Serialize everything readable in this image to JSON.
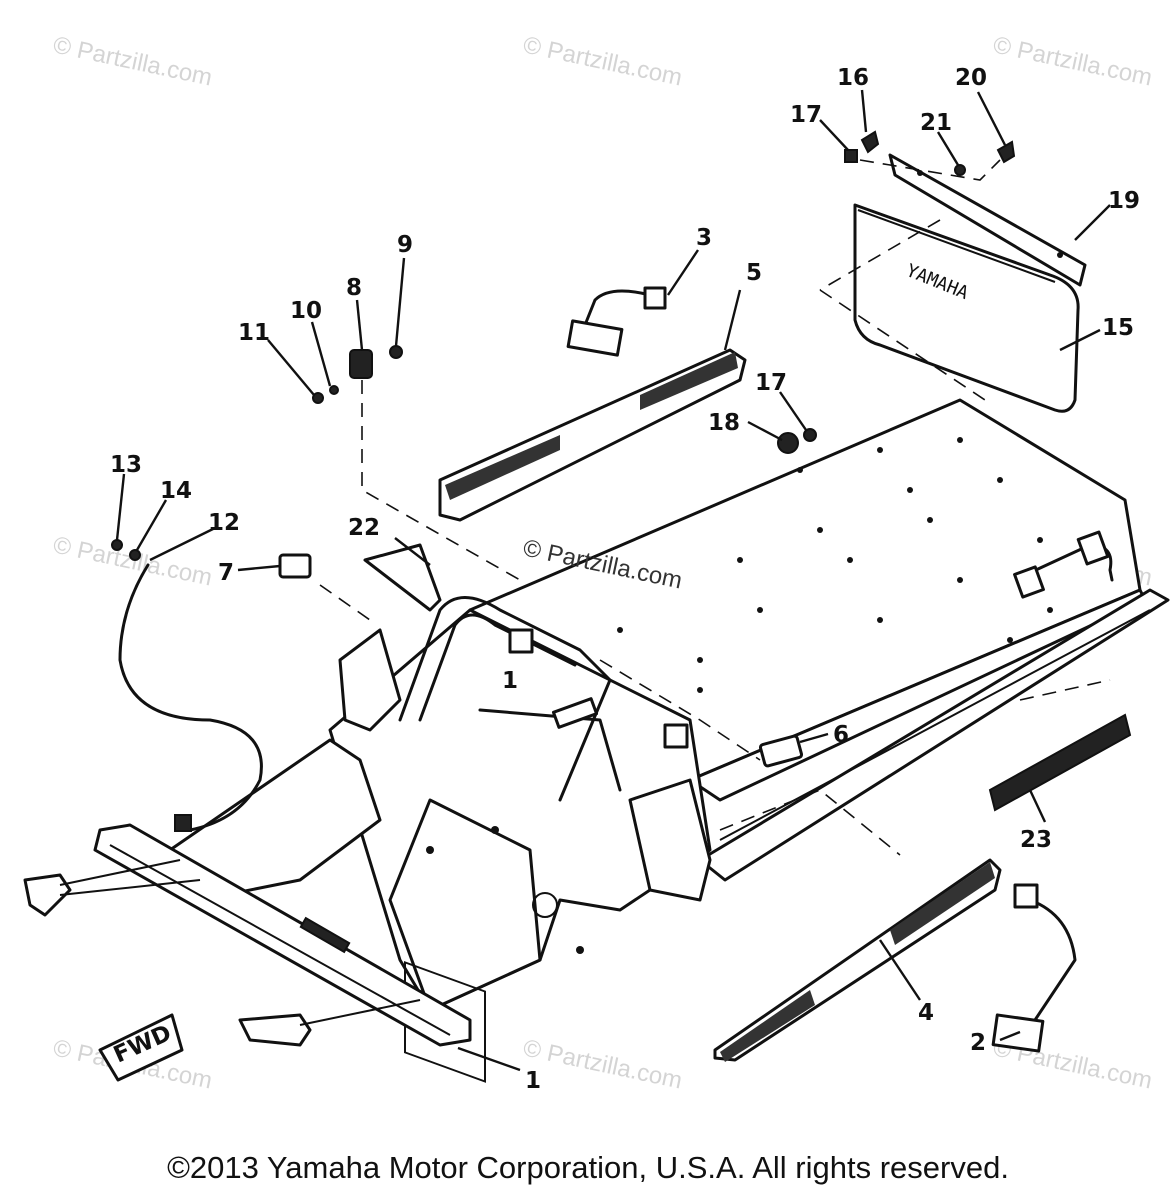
{
  "watermark": "© Partzilla.com",
  "copyright": "©2013 Yamaha Motor Corporation, U.S.A. All rights reserved.",
  "fwd_label": "FWD",
  "callouts": [
    "1",
    "1",
    "2",
    "3",
    "4",
    "5",
    "6",
    "7",
    "8",
    "9",
    "10",
    "11",
    "12",
    "13",
    "14",
    "15",
    "16",
    "17",
    "17",
    "18",
    "19",
    "20",
    "21",
    "22",
    "23"
  ]
}
